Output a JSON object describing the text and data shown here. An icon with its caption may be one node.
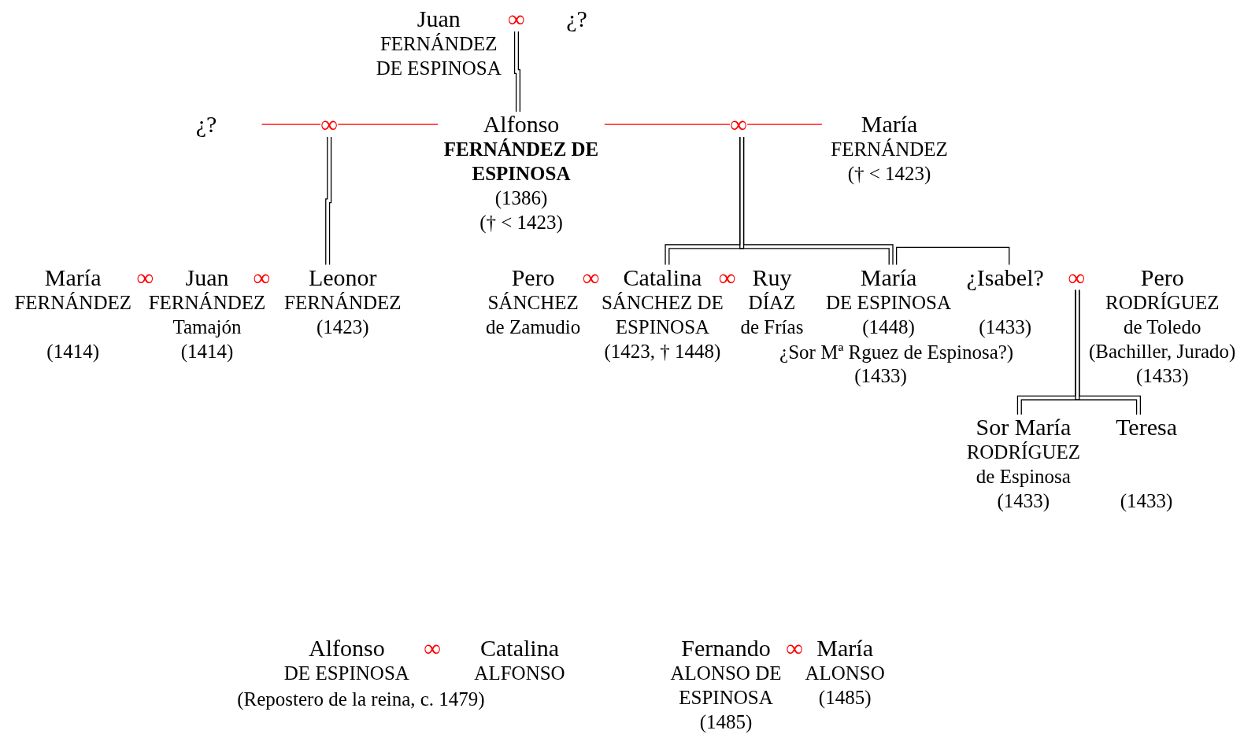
{
  "diagram": {
    "nodes": [
      {
        "text": [
          "Juan",
          "FERNÁNDEZ DE ESPINOSA"
        ]
      },
      {
        "text": [
          "∞"
        ]
      },
      {
        "text": [
          "¿?"
        ]
      },
      {
        "text": [
          "¿?"
        ]
      },
      {
        "text": [
          "∞"
        ]
      },
      {
        "text": [
          "Alfonso",
          "FERNÁNDEZ DE ESPINOSA",
          "(1386)",
          "(† < 1423)"
        ]
      },
      {
        "text": [
          "∞"
        ]
      },
      {
        "text": [
          "María",
          "FERNÁNDEZ",
          "(† < 1423)"
        ]
      },
      {
        "text": [
          "María",
          "FERNÁNDEZ",
          "(1414)"
        ]
      },
      {
        "text": [
          "∞"
        ]
      },
      {
        "text": [
          "Juan",
          "FERNÁNDEZ",
          "Tamajón",
          "(1414)"
        ]
      },
      {
        "text": [
          "∞"
        ]
      },
      {
        "text": [
          "Leonor",
          "FERNÁNDEZ",
          "(1423)"
        ]
      },
      {
        "text": [
          "Pero",
          "SÁNCHEZ",
          "de Zamudio"
        ]
      },
      {
        "text": [
          "∞"
        ]
      },
      {
        "text": [
          "Catalina",
          "SÁNCHEZ DE ESPINOSA",
          "(1423, † 1448)"
        ]
      },
      {
        "text": [
          "∞"
        ]
      },
      {
        "text": [
          "Ruy",
          "DÍAZ",
          "de Frías"
        ]
      },
      {
        "text": [
          "María",
          "DE ESPINOSA",
          "(1448)"
        ],
        "beside": [
          "¿Sor Mª Rguez de Espinosa?)",
          "(1433)"
        ]
      },
      {
        "text": [
          "¿Isabel?",
          "(1433)"
        ]
      },
      {
        "text": [
          "∞"
        ]
      },
      {
        "text": [
          "Pero",
          "RODRÍGUEZ",
          "de Toledo",
          "(Bachiller, Jurado)",
          "(1433)"
        ]
      },
      {
        "text": [
          "Sor María",
          "RODRÍGUEZ",
          "de Espinosa",
          "(1433)"
        ]
      },
      {
        "text": [
          "Teresa",
          "(1433)"
        ]
      },
      {
        "text": [
          "Alfonso",
          "DE ESPINOSA"
        ],
        "beside": [
          "(Repostero de la reina, c. 1479)"
        ]
      },
      {
        "text": [
          "∞"
        ]
      },
      {
        "text": [
          "Catalina",
          "ALFONSO"
        ]
      },
      {
        "text": [
          "Fernando",
          "ALONSO DE ESPINOSA",
          "(1485)"
        ]
      },
      {
        "text": [
          "∞"
        ]
      },
      {
        "text": [
          "María",
          "ALONSO",
          "(1485)"
        ]
      }
    ],
    "edges": [
      {
        "from": 1,
        "to": 5,
        "arrow": "none"
      },
      {
        "from": 3,
        "to": 4,
        "arrow": "none",
        "color": "#ff0000"
      },
      {
        "from": 4,
        "to": 5,
        "arrow": "none",
        "color": "#ff0000"
      },
      {
        "from": 4,
        "to": 12,
        "arrow": "none"
      },
      {
        "from": 5,
        "to": 6,
        "arrow": "none",
        "color": "#ff0000"
      },
      {
        "from": 6,
        "to": 7,
        "arrow": "none",
        "color": "#ff0000"
      },
      {
        "from": 6,
        "to": 15,
        "arrow": "none"
      },
      {
        "from": 6,
        "to": 18,
        "arrow": "none"
      },
      {
        "from": 18,
        "to": 19,
        "arrow": "none"
      },
      {
        "from": 20,
        "to": 22,
        "arrow": "none"
      },
      {
        "from": 20,
        "to": 23,
        "arrow": "none"
      }
    ]
  }
}
